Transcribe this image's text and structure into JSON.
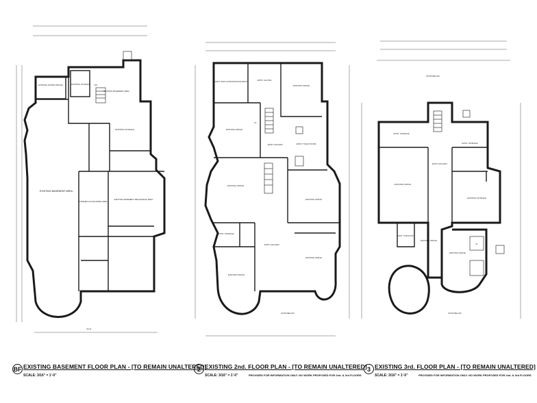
{
  "plans": [
    {
      "marker": "BF",
      "title": "EXISTING BASEMENT FLOOR PLAN  -  [TO REMAIN UNALTERED]",
      "scale": "SCALE:  3/16\" = 1'-0\"",
      "rooms": {
        "r1": "EXISTING (DINING SPACE)",
        "r2": "EXISTING STORAGE",
        "r3": "EXISTING BASEMENT AREA",
        "r4": "EXISTING STORAGE",
        "r5": "EXISTING BASEMENT AREA",
        "r6": "FINISHED FLOOR PANEL AREA",
        "r7": "EXISTING BASEMENT MECHANICAL AREA",
        "r8": "DN"
      },
      "overall_dim": "54'-9\""
    },
    {
      "marker": "2",
      "title": "EXISTING 2nd. FLOOR PLAN  -  [TO REMAIN UNALTERED]",
      "scale": "SCALE:  3/16\" = 1'-0\"",
      "note": "PROVIDED FOR INFORMATION ONLY. NO WORK PROPOSED FOR 2nd. & 3rd FLOORS",
      "rooms": {
        "r1": "EXIST. WAS OUTDOOR ROOF DECK",
        "r2": "EXIST. ALCOVE",
        "r3": "EXISTING OFFICE",
        "r4": "EXISTING OFFICE",
        "r5": "EXIST. HALLWAY",
        "r6": "EXIST. TOILET ROOM",
        "r7": "EXISTING OFFICE",
        "r8": "EXISTING OFFICE",
        "r9": "EXIST. STORAGE",
        "r10": "EXIST. HALLWAY",
        "r11": "EXISTING OFFICE",
        "r12": "EXISTING OFFICE",
        "r13": "ROOF BELOW",
        "r14": "CL"
      }
    },
    {
      "marker": "3",
      "title": "EXISTING 3rd. FLOOR PLAN  -  [TO REMAIN UNALTERED]",
      "scale": "SCALE:  3/16\" = 1'-0\"",
      "note": "PROVIDED FOR INFORMATION ONLY. NO WORK PROPOSED FOR 2nd. & 3rd FLOORS",
      "rooms": {
        "r1": "ROOF BELOW",
        "r2": "EXIST. STORAGE",
        "r3": "EXIST. STORAGE",
        "r4": "EXIST. HALLWAY",
        "r5": "EXISTING OFFICE",
        "r6": "EXISTING STORAGE",
        "r7": "EXIST. TOILET RM.",
        "r8": "EXISTING OFFICE",
        "r9": "EXISTING OFFICE",
        "r10": "ROOF BELOW",
        "r11": "CL"
      }
    }
  ]
}
